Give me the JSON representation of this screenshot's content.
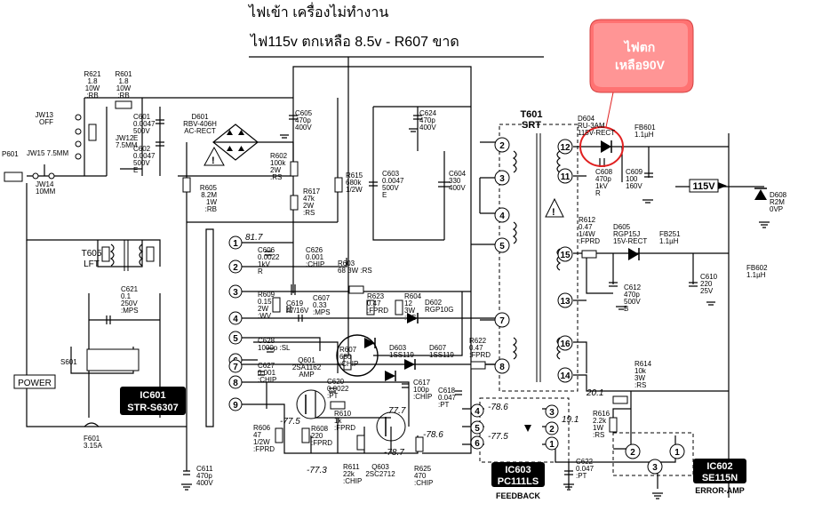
{
  "header": {
    "title": "ไฟเข้า เครื่องไม่ทำงาน",
    "note": "ไฟ115v ตกเหลือ 8.5v   -        R607 ขาด"
  },
  "callout": {
    "line1": "ไฟตก",
    "line2": "เหลือ90V"
  },
  "ics": {
    "ic601": {
      "name": "IC601",
      "part": "STR-S6307"
    },
    "ic603": {
      "name": "IC603",
      "part": "PC111LS",
      "sub": "FEEDBACK"
    },
    "ic602": {
      "name": "IC602",
      "part": "SE115N",
      "sub": "ERROR-AMP"
    }
  },
  "transformers": {
    "t601": {
      "name": "T601",
      "type": "SRT"
    },
    "t605": {
      "name": "T605",
      "type": "LFT"
    }
  },
  "labels": {
    "p601": "P601",
    "power": "POWER",
    "s601": "S601",
    "out115": "115V",
    "jw13": "JW13\nOFF",
    "jw12": "JW12\n7.5MM",
    "jw15": "JW15 7.5MM",
    "jw14": "JW14\n10MM",
    "r621": "R621\n1.8\n10W\n:RB",
    "r601": "R601\n1.8\n10W\n:RB",
    "c601": "C601\n0.0047\n500V\nE",
    "c602": "C602\n0.0047\n500V\nE",
    "d601": "D601\nRBV-406H\nAC-RECT",
    "c605": "C605\n470p\n400V",
    "r605": "R605\n8.2M\n1W\n:RB",
    "r602": "R602\n100k\n2W\n:RS",
    "r617": "R617\n47k\n2W\n:RS",
    "r615": "R615\n680k\n1/2W",
    "c603": "C603\n0.0047\n500V\nE",
    "c624": "C624\n470p\n400V",
    "c604": "C604\n330\n400V",
    "c606": "C606\n0.0022\n1kV\nR",
    "c626": "C626\n0.001\n:CHIP",
    "r603": "R603\n68 3W :RS",
    "r609": "R609\n0.15\n2W\n:WV",
    "c619": "C619\n47/16V",
    "c607": "C607\n0.33\n:MPS",
    "r623": "R623\n0.47\n:FPRD",
    "r604": "R604\n12\n3W\n:RS",
    "d602": "D602\nRGP10G",
    "c628": "C628\n1000p :SL",
    "r607": "R607\n680\n:CHIP",
    "d603": "D603\n1SS119",
    "d607": "D607\n1SS119",
    "r622": "R622\n0.47\n:FPRD",
    "c627": "C627\n0.001\n:CHIP",
    "q601": "Q601\n2SA1162\nAMP",
    "c620": "C620\n0.0022\n:PT",
    "c617": "C617\n100p\n:CHIP",
    "c618": "C618\n0.047\n:PT",
    "r606": "R606\n47\n1/2W\n:FPRD",
    "r608": "R608\n220\n:FPRD",
    "r610": "R610\n1k\n:FPRD",
    "r611": "R611\n22k\n:CHIP",
    "q603": "Q603\n2SC2712",
    "r625": "R625\n470\n:CHIP",
    "c611": "C611\n470p\n400V",
    "c621": "C621\n0.1\n250V\n:MPS",
    "f601": "F601\n3.15A",
    "d604": "D604\nRU-3AM\n115V-RECT",
    "c608": "C608\n470p\n1kV\nR",
    "c609": "C609\n100\n160V",
    "fb601": "FB601\n1.1µH",
    "d608": "D608\nR2M\n0VP",
    "r612": "R612\n0.47\n1/4W\n:FPRD",
    "d605": "D605\nRGP15J\n15V-RECT",
    "fb251": "FB251\n1.1µH",
    "c612": "C612\n470p\n500V\nB",
    "c610": "C610\n220\n25V",
    "fb602": "FB602\n1.1µH",
    "r614": "R614\n10k\n3W\n:RS",
    "r616": "R616\n2.2k\n1W\n:RS",
    "c622": "C622\n0.047\n:PT"
  },
  "voltages": {
    "v817": "81.7",
    "v201": "20.1",
    "v191": "19.1",
    "v775a": "-77.5",
    "v773": "-77.3",
    "v777": "77.7",
    "v787": "-78.7",
    "v786a": "-78.6",
    "v786b": "-78.6",
    "v775b": "-77.5"
  }
}
